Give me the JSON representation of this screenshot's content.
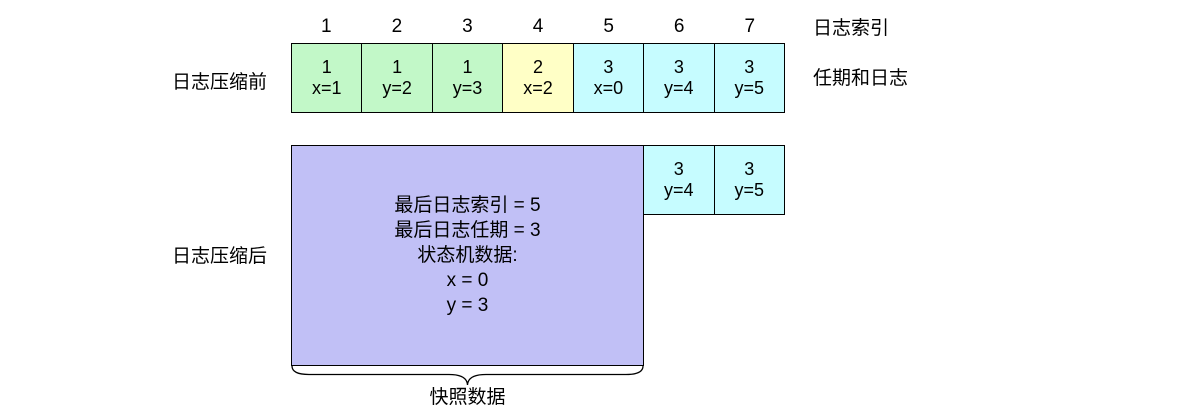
{
  "header": {
    "indices": [
      "1",
      "2",
      "3",
      "4",
      "5",
      "6",
      "7"
    ],
    "index_axis_label": "日志索引"
  },
  "before": {
    "row_label": "日志压缩前",
    "right_label": "任期和日志",
    "cells": [
      {
        "term": "1",
        "cmd": "x=1",
        "color": "green"
      },
      {
        "term": "1",
        "cmd": "y=2",
        "color": "green"
      },
      {
        "term": "1",
        "cmd": "y=3",
        "color": "green"
      },
      {
        "term": "2",
        "cmd": "x=2",
        "color": "yellow"
      },
      {
        "term": "3",
        "cmd": "x=0",
        "color": "cyan"
      },
      {
        "term": "3",
        "cmd": "y=4",
        "color": "cyan"
      },
      {
        "term": "3",
        "cmd": "y=5",
        "color": "cyan"
      }
    ]
  },
  "after": {
    "row_label": "日志压缩后",
    "snapshot": {
      "lines": [
        "最后日志索引 = 5",
        "最后日志任期 = 3",
        "状态机数据:",
        "x = 0",
        "y = 3"
      ],
      "brace_label": "快照数据"
    },
    "cells": [
      {
        "term": "3",
        "cmd": "y=4",
        "color": "cyan"
      },
      {
        "term": "3",
        "cmd": "y=5",
        "color": "cyan"
      }
    ]
  },
  "colors": {
    "term1_green": "#c2f8c8",
    "term2_yellow": "#ffffc6",
    "term3_cyan": "#c6fcff",
    "snapshot_purple": "#c1c0f6",
    "border": "#000000",
    "background": "#ffffff"
  }
}
